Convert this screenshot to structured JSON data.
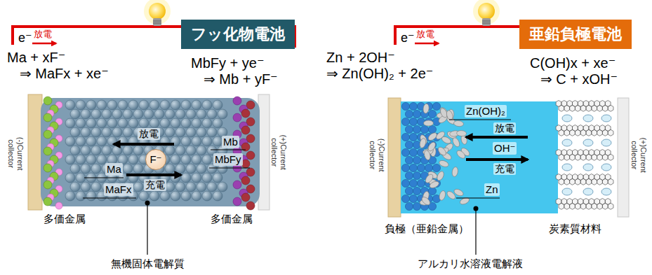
{
  "diagram": {
    "nodes": [
      {
        "text": [
          "フッ化物電池"
        ]
      },
      {
        "text": [
          "F⁻"
        ]
      },
      {
        "text": [
          "亜鉛負極電池"
        ]
      }
    ],
    "labels": [
      "e⁻",
      "放電",
      "Ma + xF⁻",
      "⇒ MaFx + xe⁻",
      "MbFy + ye⁻",
      "⇒ Mb + yF⁻",
      "(-)Current collector",
      "放電",
      "Mb",
      "MbFy",
      "Ma",
      "充電",
      "MaFx",
      "(+)Current collector",
      "多価金属",
      "多価金属",
      "無機固体電解質",
      "e⁻",
      "放電",
      "Zn + 2OH⁻",
      "⇒ Zn(OH)₂ + 2e⁻",
      "C(OH)x + xe⁻",
      "⇒ C + xOH⁻",
      "(-)Current collector",
      "Zn(OH)₂",
      "放電",
      "OH⁻",
      "充電",
      "Zn",
      "(+)Current collector",
      "負極（亜鉛金属）",
      "炭素質材料",
      "アルカリ水溶液電解液"
    ]
  }
}
